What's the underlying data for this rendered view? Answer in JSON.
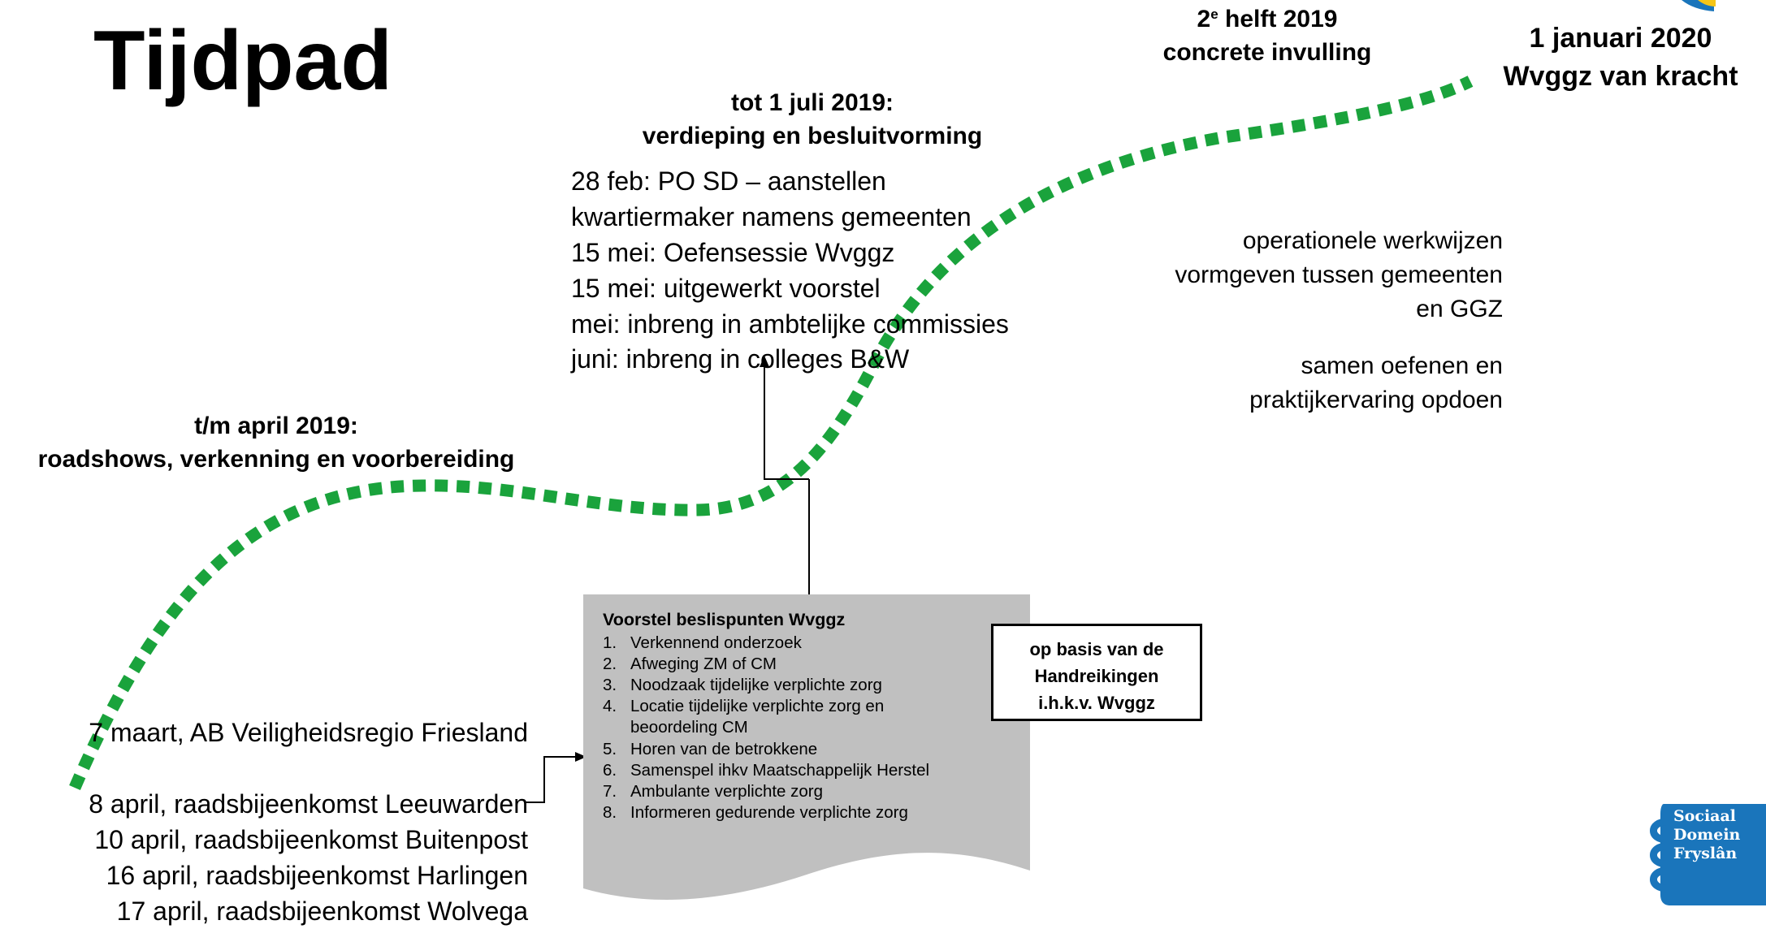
{
  "title": "Tijdpad",
  "phases": {
    "p1": {
      "line1": "t/m april 2019:",
      "line2": "roadshows, verkenning en voorbereiding"
    },
    "p2": {
      "line1": "tot 1 juli 2019:",
      "line2": "verdieping en besluitvorming"
    },
    "p3": {
      "line1_num": "2",
      "line1_sup": "e",
      "line1_rest": " helft 2019",
      "line2": "concrete invulling"
    },
    "p4": {
      "line1": "1 januari 2020",
      "line2": "Wvggz van kracht"
    }
  },
  "milestones": [
    "28 feb: PO SD – aanstellen",
    "kwartiermaker namens gemeenten",
    "15 mei: Oefensessie Wvggz",
    "15 mei: uitgewerkt voorstel",
    "mei: inbreng in ambtelijke commissies",
    "juni: inbreng in colleges B&W"
  ],
  "meetings": [
    "7 maart, AB Veiligheidsregio Friesland",
    "8 april, raadsbijeenkomst Leeuwarden",
    "10 april, raadsbijeenkomst Buitenpost",
    "16 april, raadsbijeenkomst Harlingen",
    "17 april, raadsbijeenkomst Wolvega"
  ],
  "operations": {
    "block1": [
      "operationele werkwijzen",
      "vormgeven tussen gemeenten",
      "en GGZ"
    ],
    "block2": [
      "samen oefenen en",
      "praktijkervaring opdoen"
    ]
  },
  "proposal": {
    "title": "Voorstel beslispunten Wvggz",
    "items": [
      {
        "num": "1.",
        "lines": [
          "Verkennend onderzoek"
        ]
      },
      {
        "num": "2.",
        "lines": [
          "Afweging ZM of CM"
        ]
      },
      {
        "num": "3.",
        "lines": [
          "Noodzaak tijdelijke verplichte zorg"
        ]
      },
      {
        "num": "4.",
        "lines": [
          "Locatie tijdelijke verplichte zorg en",
          "beoordeling CM"
        ]
      },
      {
        "num": "5.",
        "lines": [
          "Horen van de betrokkene"
        ]
      },
      {
        "num": "6.",
        "lines": [
          "Samenspel ihkv Maatschappelijk Herstel"
        ]
      },
      {
        "num": "7.",
        "lines": [
          "Ambulante verplichte zorg"
        ]
      },
      {
        "num": "8.",
        "lines": [
          "Informeren gedurende verplichte zorg"
        ]
      }
    ]
  },
  "basis_box": [
    "op basis van de",
    "Handreikingen",
    "i.h.k.v. Wvggz"
  ],
  "logo": [
    "Sociaal",
    "Domein",
    "Fryslân"
  ],
  "colors": {
    "timeline": "#1aa33c",
    "document_fill": "#c0c0c0",
    "logo_blue": "#1a75bb"
  }
}
